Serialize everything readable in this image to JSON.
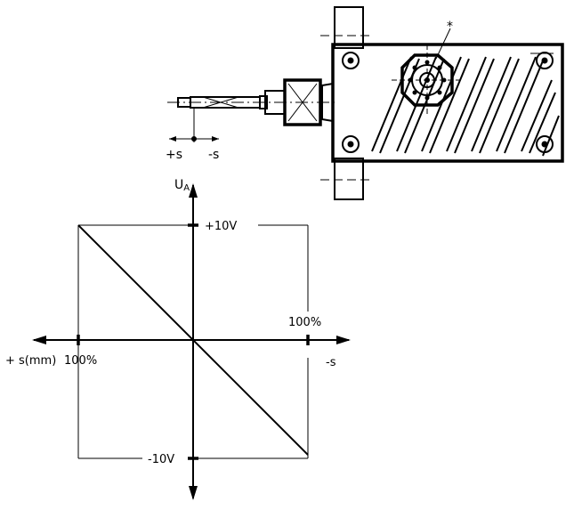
{
  "diagram": {
    "sensor_callout": "*",
    "travel_plus_label": "+s",
    "travel_minus_label": "-s",
    "y_axis_label": "U",
    "y_axis_label_sub": "A",
    "top_voltage_label": "+10V",
    "bottom_voltage_label": "-10V",
    "right_percent_label": "100%",
    "left_percent_label": "100%",
    "x_axis_left_label": "+ s(mm)",
    "x_axis_right_label": "-s"
  },
  "chart_data": {
    "type": "line",
    "x_range_percent": [
      100,
      -100
    ],
    "y_range_volts": [
      10,
      -10
    ],
    "series": [
      {
        "x": [
          100,
          -100
        ],
        "y": [
          10,
          -10
        ]
      }
    ]
  }
}
